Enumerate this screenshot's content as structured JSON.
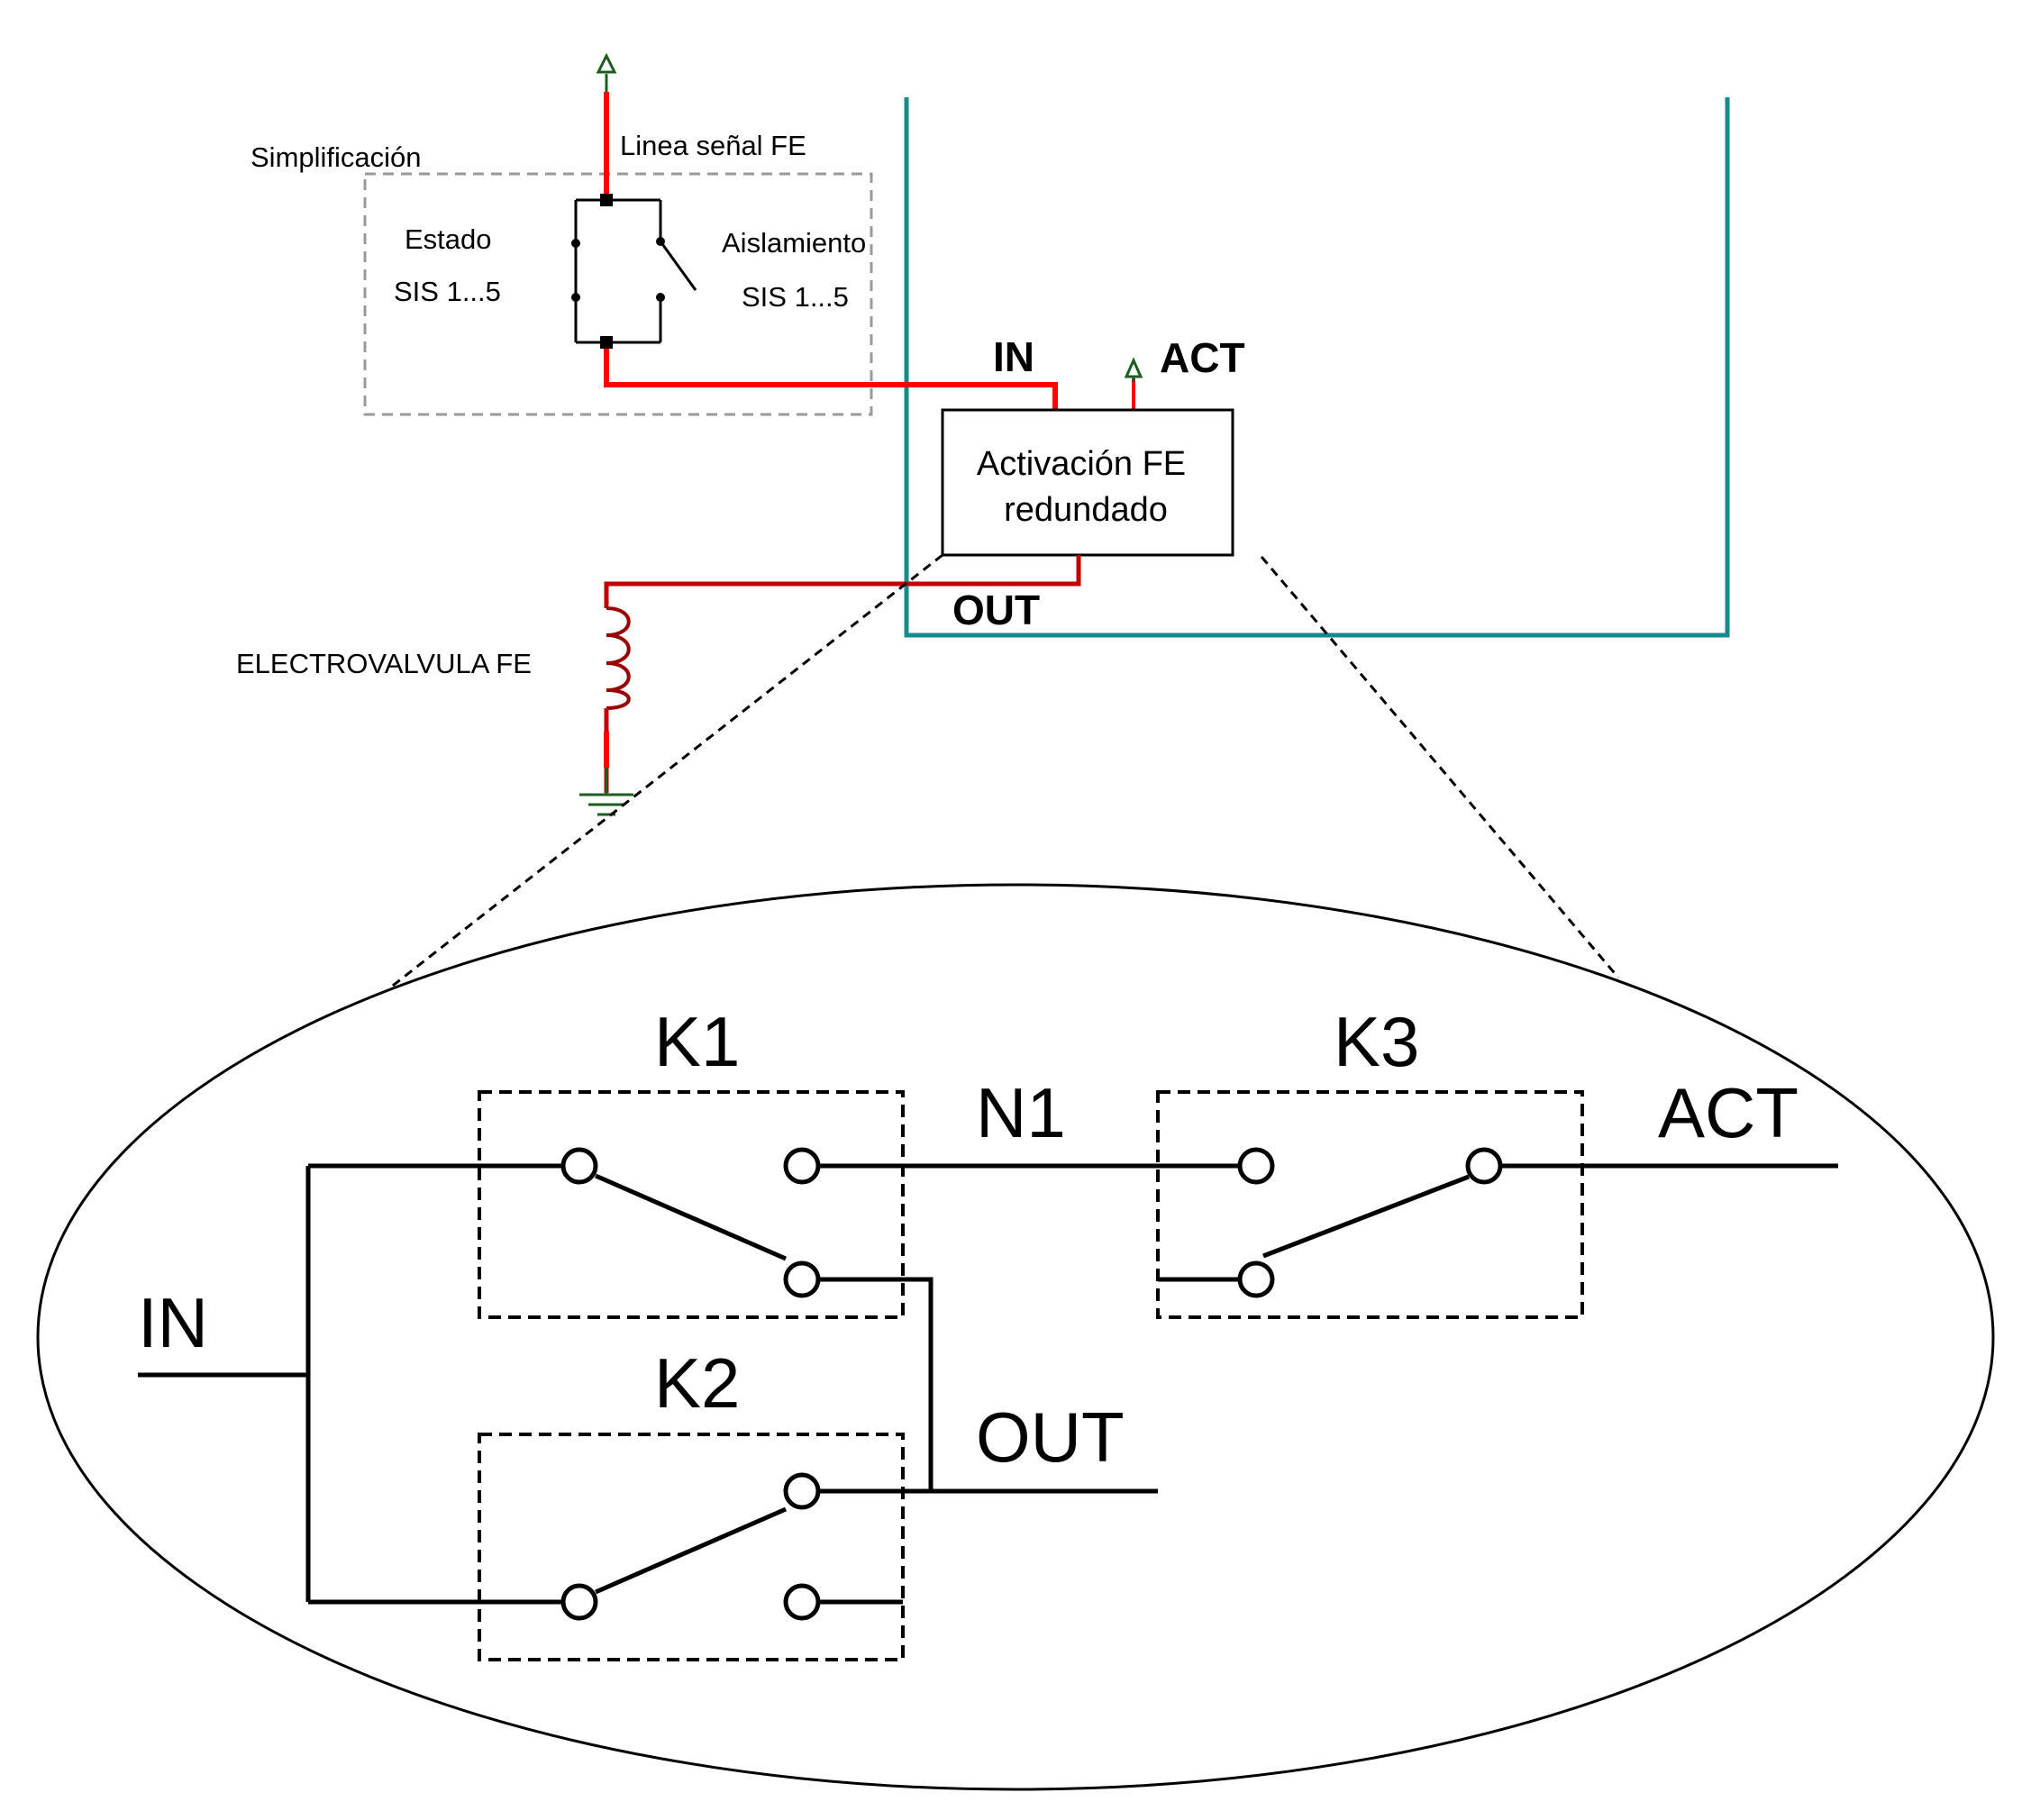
{
  "colors": {
    "signal_wire": "#ff0000",
    "dark_wire": "#c00000",
    "coil": "#990000",
    "ground": "#1b5e20",
    "teal_frame": "#158c8c",
    "simplification_border": "#999999",
    "line": "#000000"
  },
  "icons": {
    "source": "up-arrow-supply-icon",
    "ground": "ground-icon",
    "coil": "solenoid-coil-icon"
  },
  "top": {
    "simplification_label": "Simplificación",
    "signal_line_label": "Linea señal FE",
    "estado_label": "Estado",
    "estado_sis_label": "SIS 1...5",
    "aislamiento_label": "Aislamiento",
    "aislamiento_sis_label": "SIS 1...5",
    "block_line1": "Activación FE",
    "block_line2": "redundado",
    "in_label": "IN",
    "act_label": "ACT",
    "out_label": "OUT",
    "valve_label": "ELECTROVALVULA FE"
  },
  "detail": {
    "k1_label": "K1",
    "k2_label": "K2",
    "k3_label": "K3",
    "n1_label": "N1",
    "in_label": "IN",
    "out_label": "OUT",
    "act_label": "ACT"
  }
}
